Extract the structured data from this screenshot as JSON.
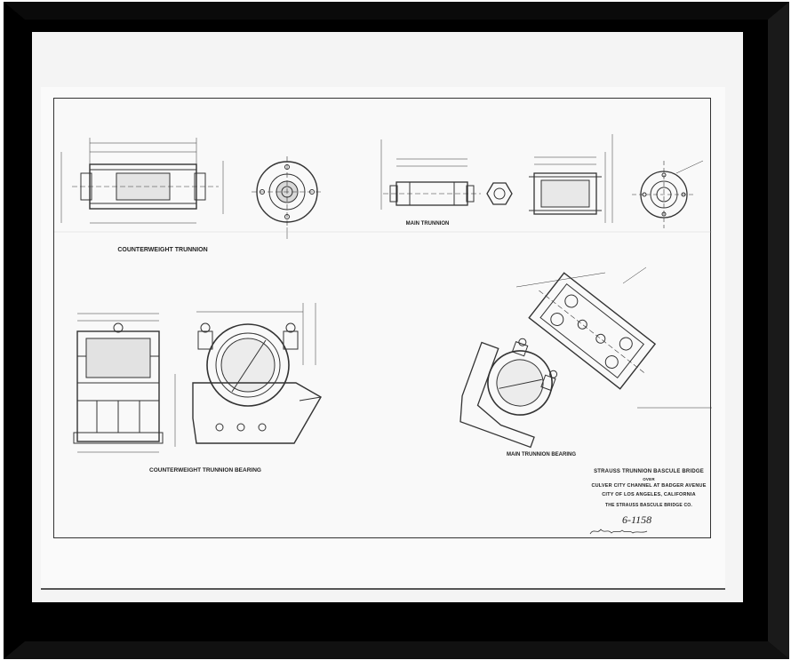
{
  "frame": {
    "frame_color": "#000000",
    "mat_color": "#f4f4f4",
    "paper_color": "#fafafa",
    "ink_color": "#222222"
  },
  "drawing": {
    "view_labels": {
      "counterweight_trunnion": "COUNTERWEIGHT TRUNNION",
      "main_trunnion": "MAIN TRUNNION",
      "counterweight_trunnion_bearing": "COUNTERWEIGHT TRUNNION BEARING",
      "main_trunnion_bearing": "MAIN TRUNNION BEARING"
    },
    "title_block": {
      "line1": "STRAUSS TRUNNION BASCULE BRIDGE",
      "line2": "OVER",
      "line3": "CULVER CITY CHANNEL AT BADGER AVENUE",
      "line4": "CITY OF LOS ANGELES, CALIFORNIA",
      "line5": "THE STRAUSS BASCULE BRIDGE CO.",
      "sheet_number": "6-1158"
    }
  }
}
